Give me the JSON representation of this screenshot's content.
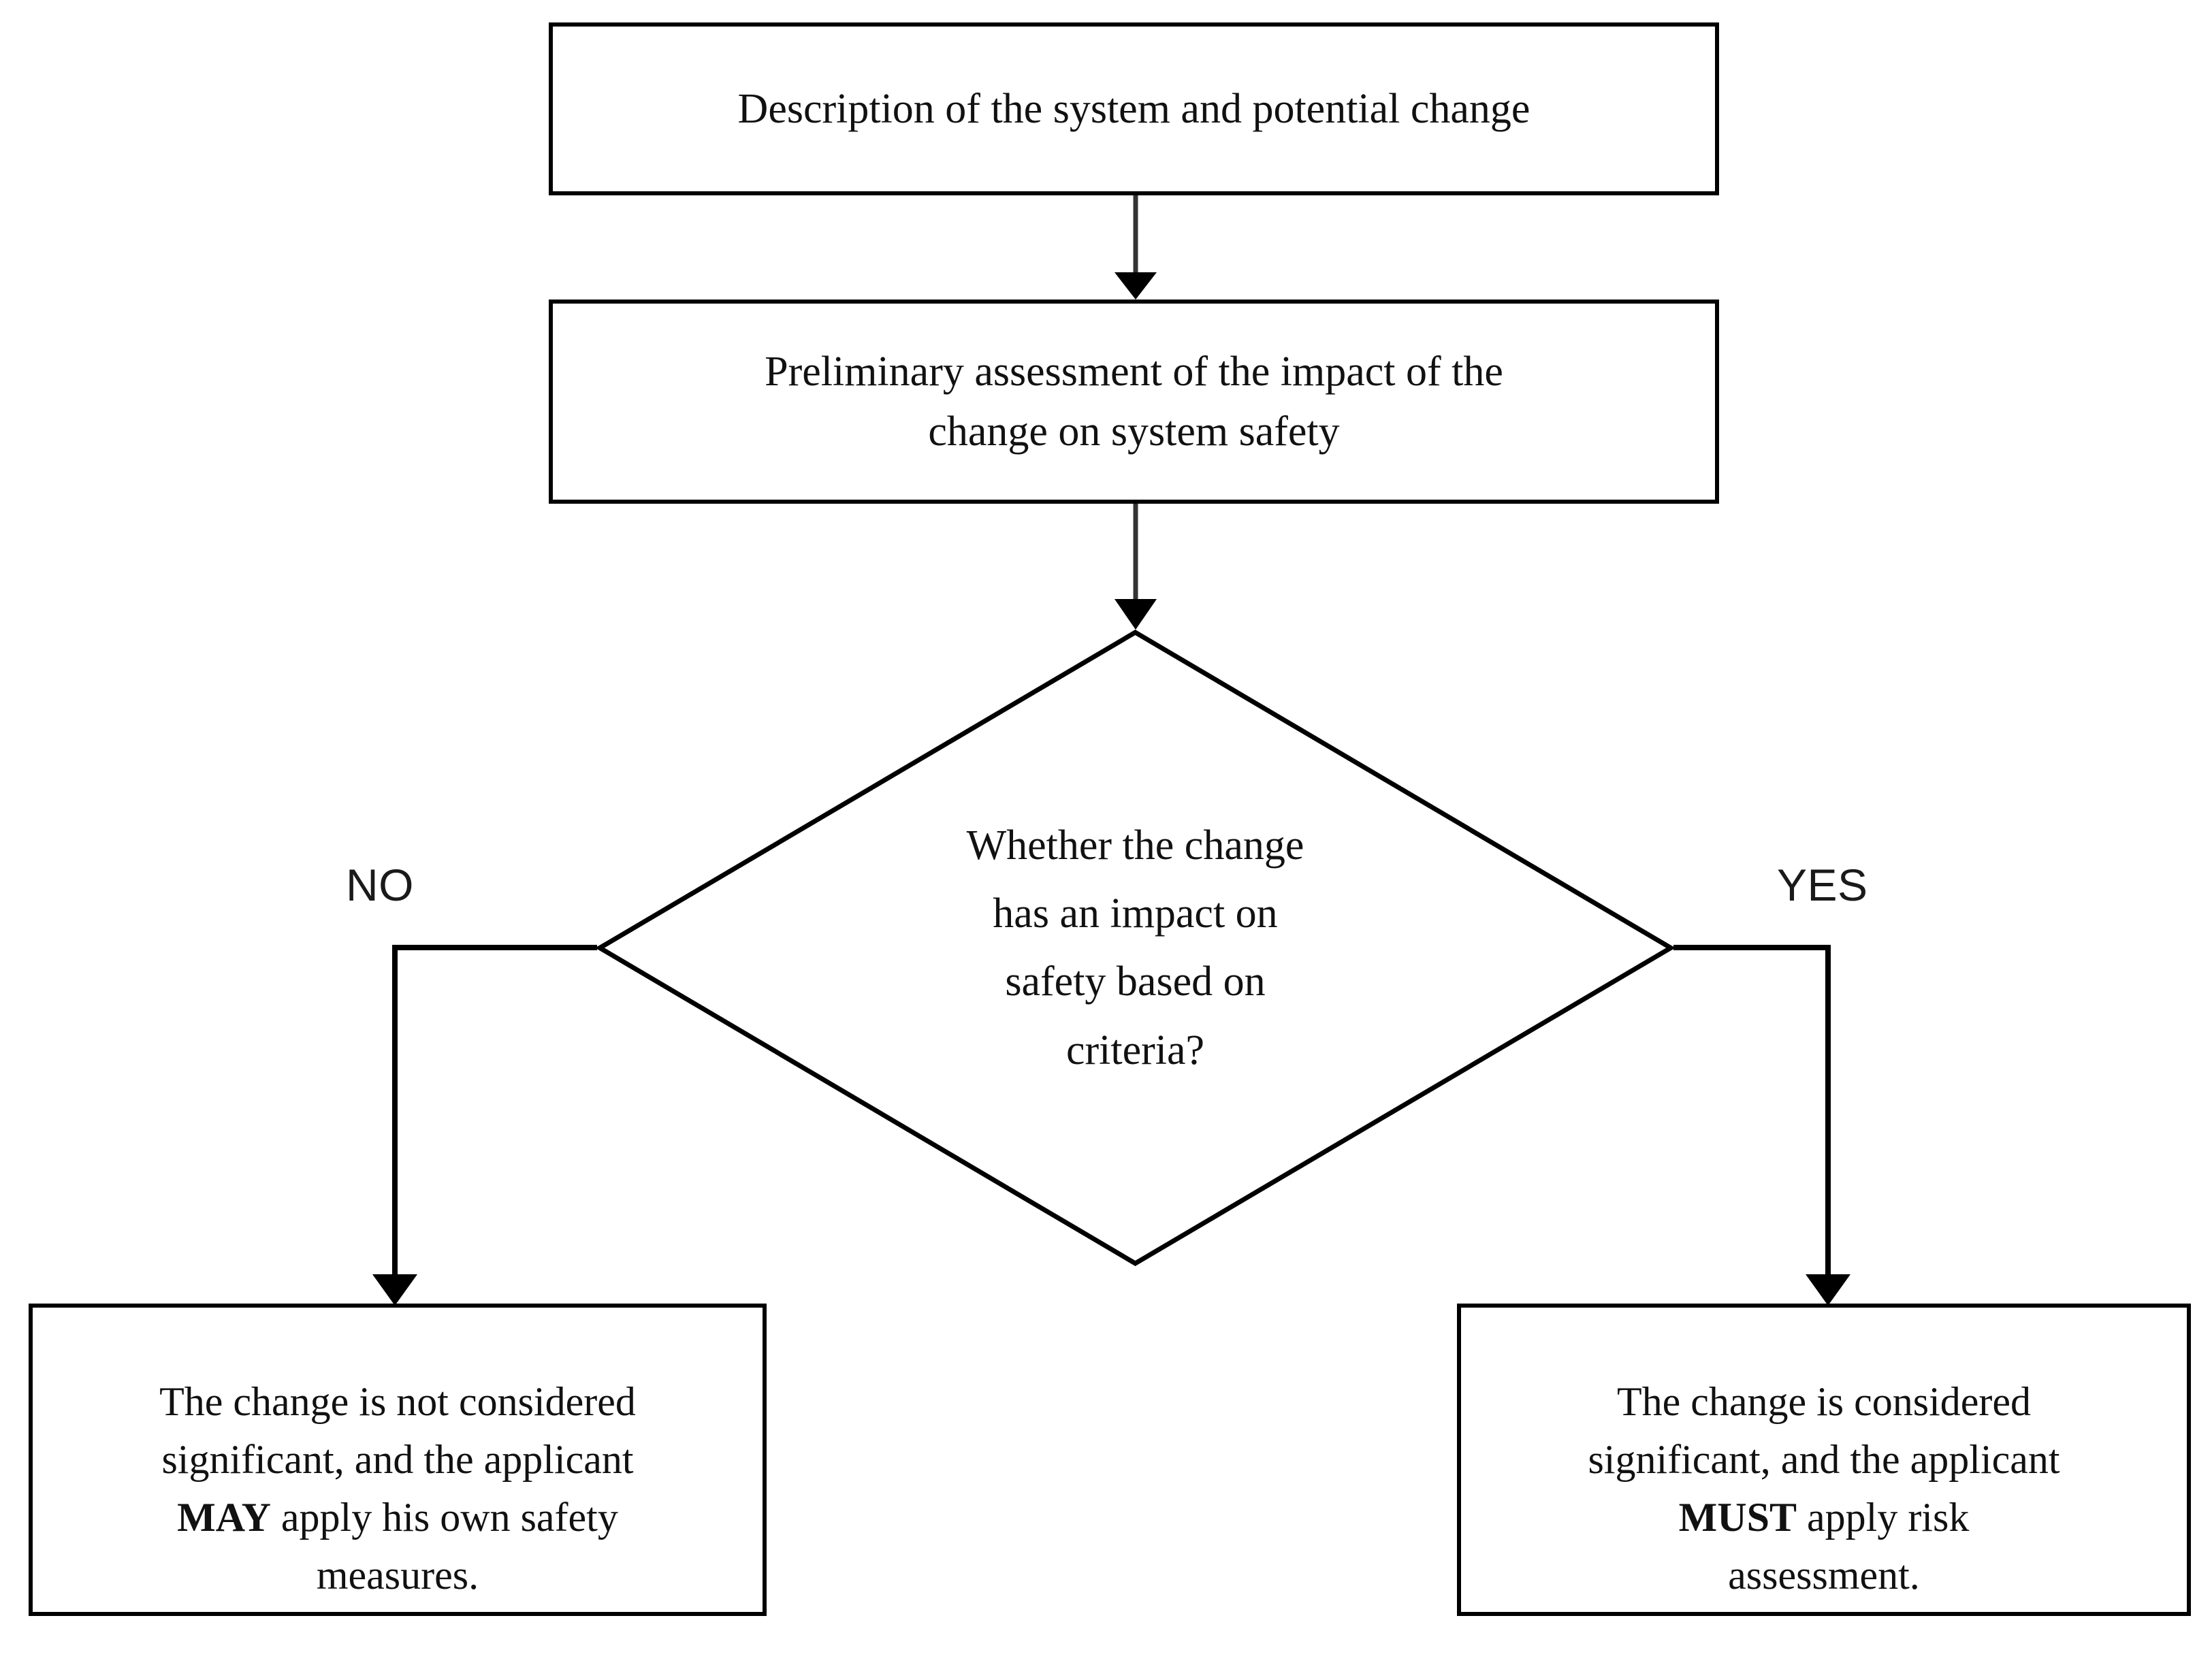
{
  "diagram": {
    "title": "Significance assessment of a change flowchart",
    "type": "flowchart",
    "orientation": "top-down",
    "colors": {
      "stroke": "#000000",
      "text": "#111111",
      "background": "#ffffff"
    },
    "nodes": {
      "description": {
        "shape": "rectangle",
        "text": "Description of the system and potential change"
      },
      "preliminary": {
        "shape": "rectangle",
        "text": "Preliminary assessment of the impact of the\nchange on system safety"
      },
      "decision": {
        "shape": "diamond",
        "text": "Whether the change\nhas an impact on\nsafety based on\ncriteria?"
      },
      "not_significant": {
        "shape": "rectangle",
        "text_before": "The change is not considered\nsignificant, and the applicant\n",
        "emphasis": "MAY",
        "text_after": " apply his own safety\nmeasures."
      },
      "significant": {
        "shape": "rectangle",
        "text_before": "The change is considered\nsignificant, and the applicant\n",
        "emphasis": "MUST",
        "text_after": " apply risk\nassessment."
      }
    },
    "edges": {
      "no_label": "NO",
      "yes_label": "YES"
    }
  }
}
